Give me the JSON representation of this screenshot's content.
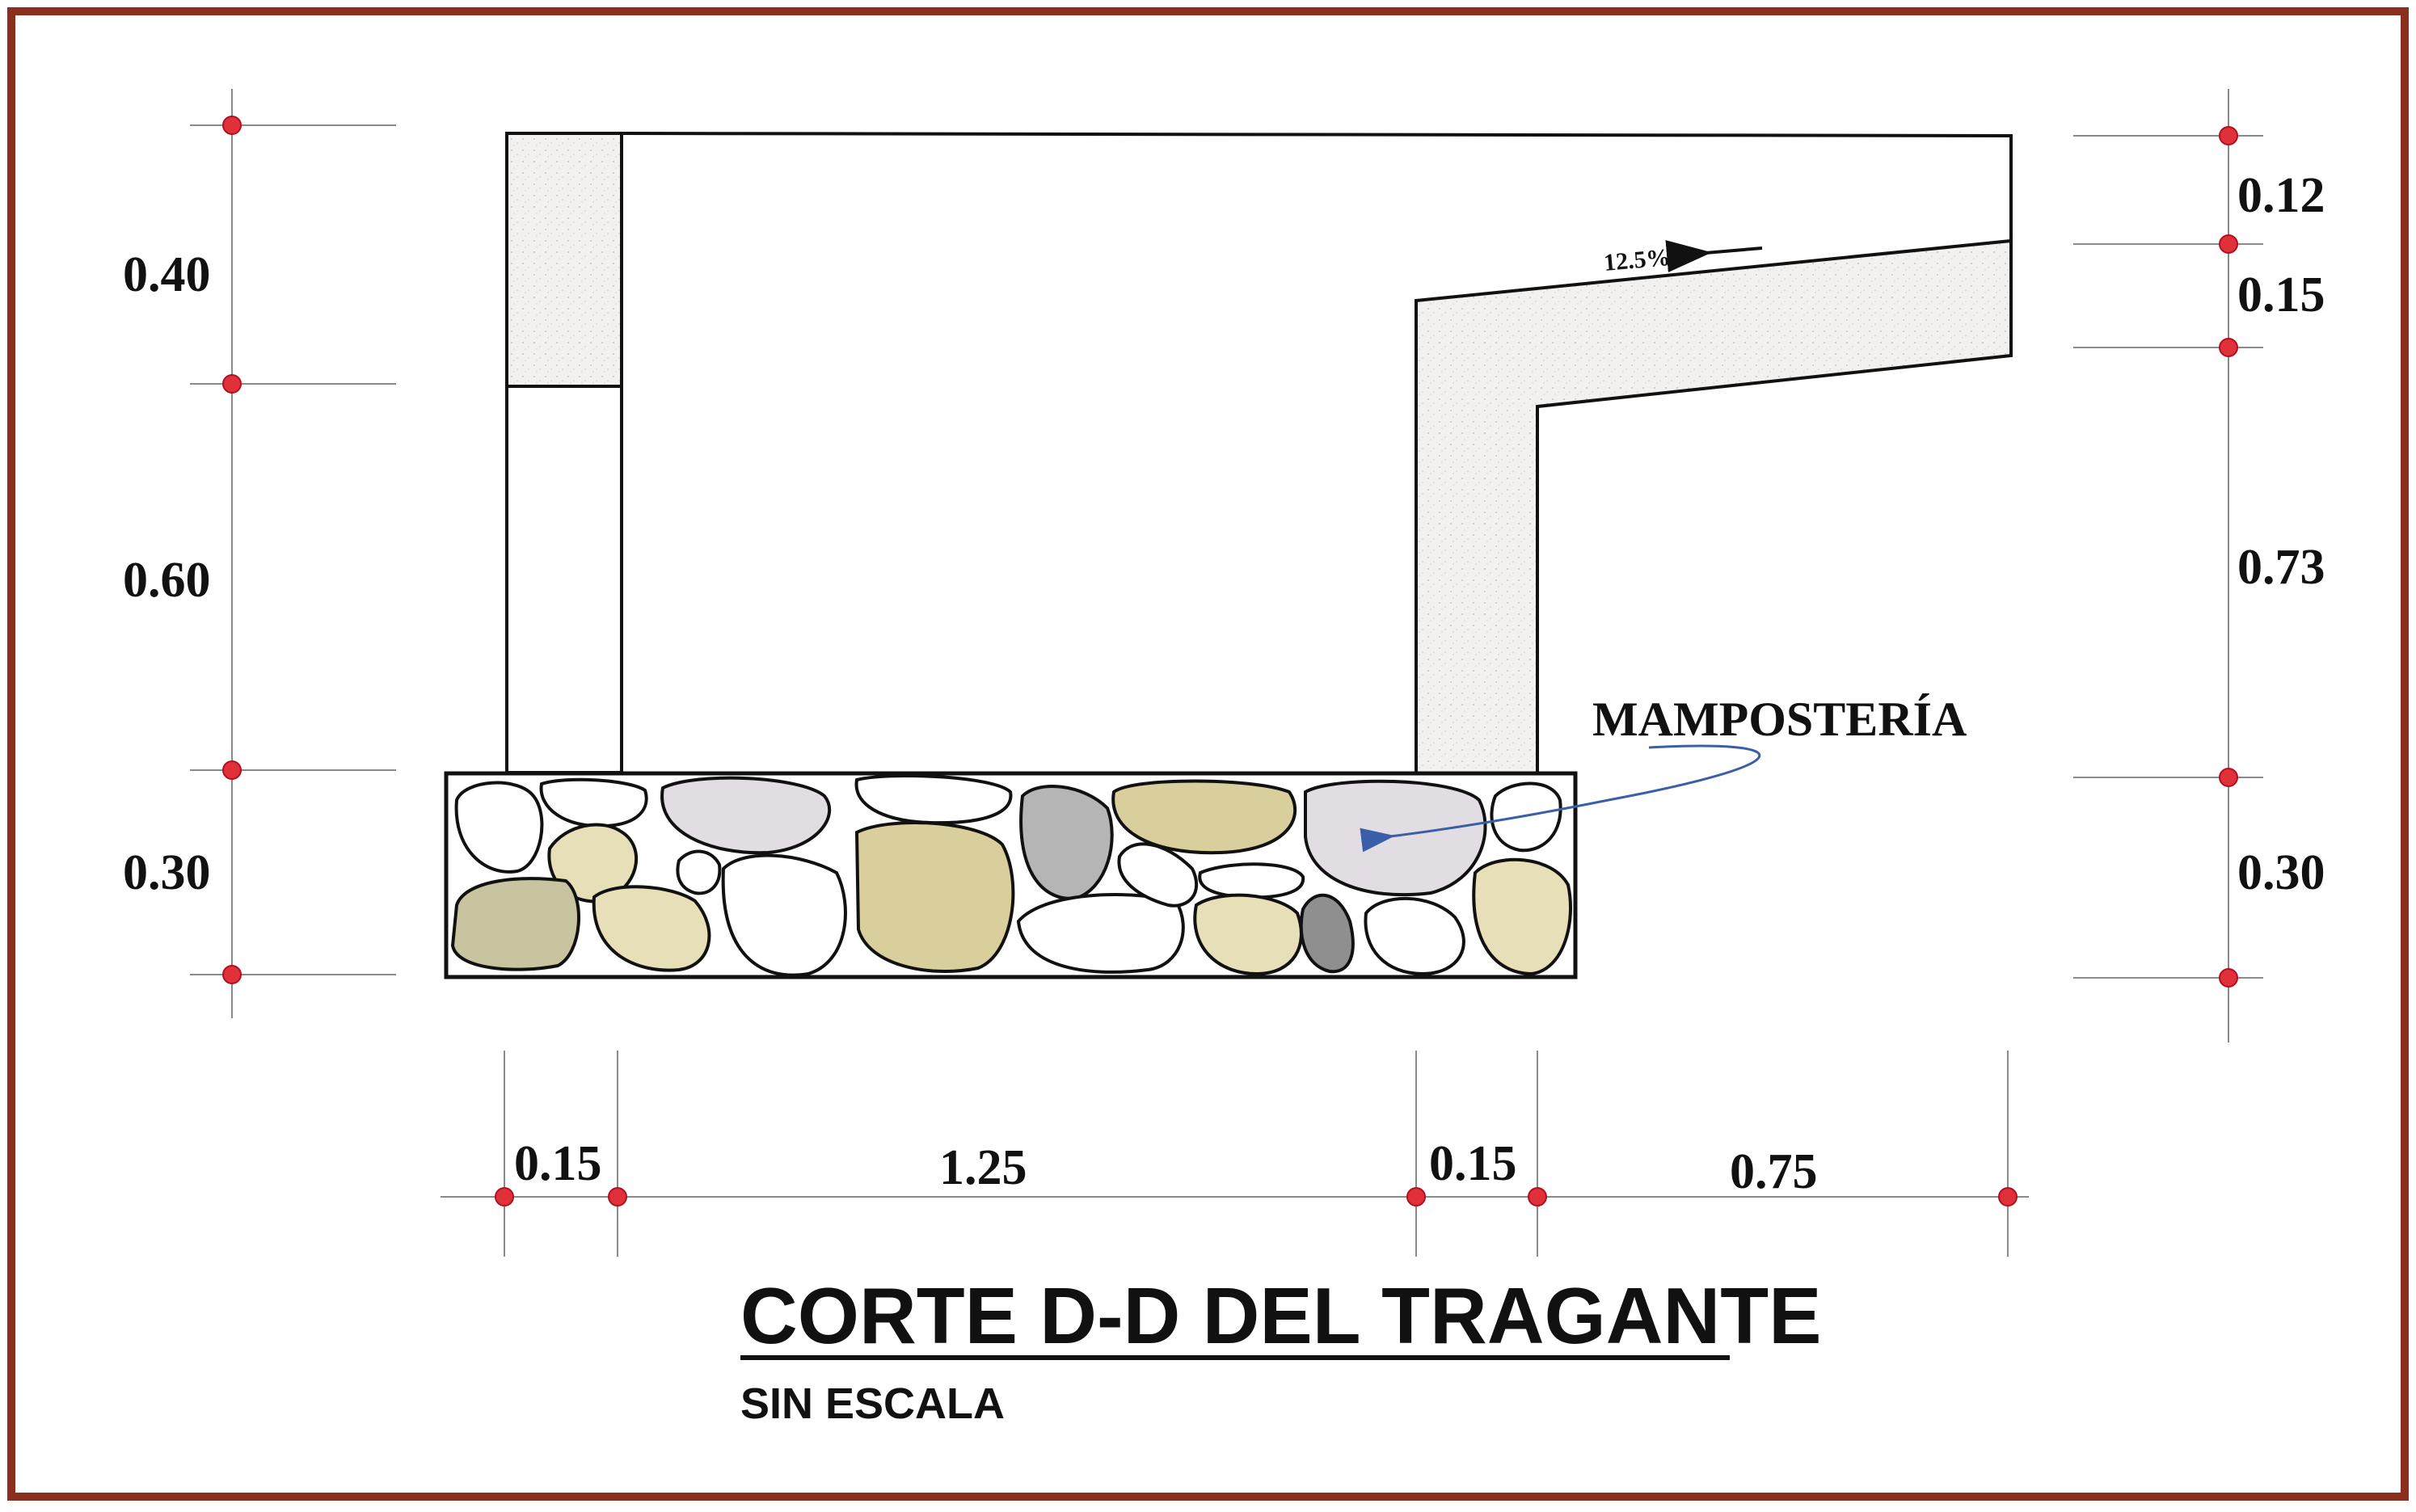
{
  "drawing": {
    "title": "CORTE D-D DEL TRAGANTE",
    "subtitle": "SIN ESCALA",
    "material_label": "MAMPOSTERÍA",
    "slope_label": "12.5%",
    "left_dimensions": [
      "0.40",
      "0.60",
      "0.30"
    ],
    "right_dimensions": [
      "0.12",
      "0.15",
      "0.73",
      "0.30"
    ],
    "bottom_dimensions": [
      "0.15",
      "1.25",
      "0.15",
      "0.75"
    ]
  },
  "colors": {
    "frame_border": "#8b2e1e",
    "line": "#111111",
    "dim_line": "#8a8a8a",
    "dim_point": "#e0303a",
    "concrete_fill": "#f2f0ee",
    "arrow": "#3a5fa8",
    "stones": [
      "#c9c4a0",
      "#e6dfb8",
      "#b5b5b5",
      "#ddd6c0",
      "#8f8f8f",
      "#ffffff",
      "#e2dde2",
      "#d8cf9c"
    ]
  },
  "icons": {
    "dimension_point": "red-dot-icon",
    "leader_arrow": "arrow-icon"
  }
}
